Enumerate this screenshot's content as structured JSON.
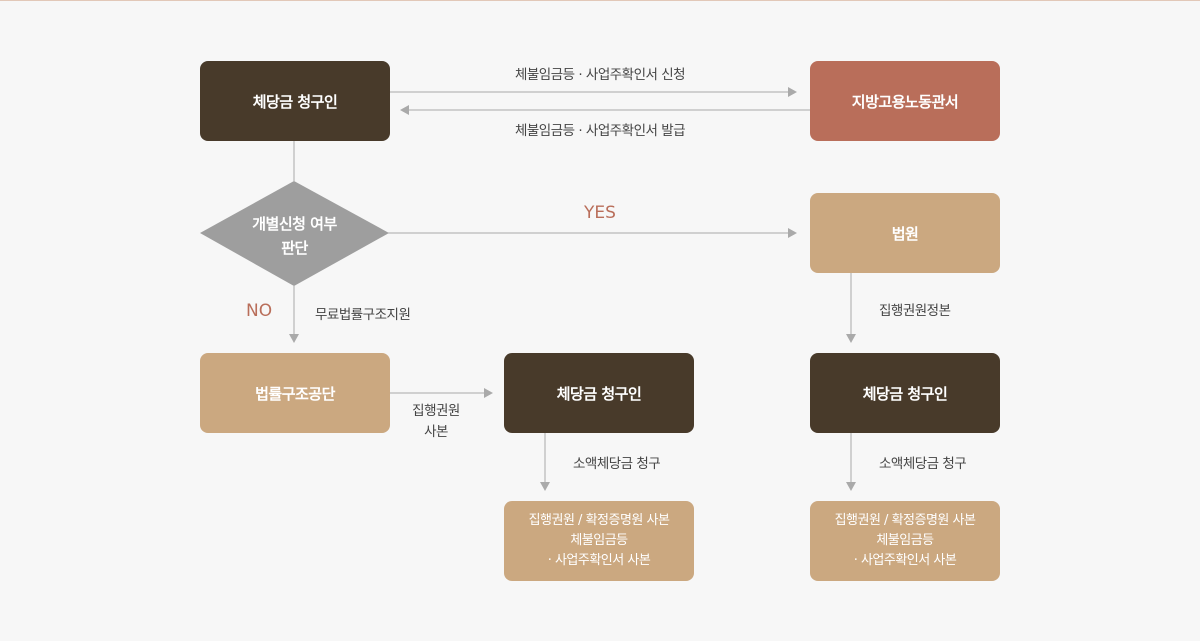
{
  "nodes": {
    "claimant_top": "체당금 청구인",
    "labor_office": "지방고용노동관서",
    "decision_line1": "개별신청 여부",
    "decision_line2": "판단",
    "court": "법원",
    "legal_aid": "법률구조공단",
    "claimant_mid": "체당금 청구인",
    "claimant_right": "체당금 청구인",
    "docs_mid_line1": "집행권원 / 확정증명원 사본",
    "docs_mid_line2": "체불임금등",
    "docs_mid_line3": "· 사업주확인서 사본",
    "docs_right_line1": "집행권원 / 확정증명원 사본",
    "docs_right_line2": "체불임금등",
    "docs_right_line3": "· 사업주확인서 사본"
  },
  "edges": {
    "request": "체불임금등 · 사업주확인서 신청",
    "issue": "체불임금등 · 사업주확인서 발급",
    "yes": "YES",
    "no": "NO",
    "free_legal_aid": "무료법률구조지원",
    "enforcement_copy_line1": "집행권원",
    "enforcement_copy_line2": "사본",
    "enforcement_title_original": "집행권원정본",
    "small_claim_mid": "소액체당금 청구",
    "small_claim_right": "소액체당금 청구"
  },
  "colors": {
    "dark": "#483a2a",
    "terracotta": "#b96e5a",
    "tan": "#cba880",
    "decision": "#9e9e9e",
    "line": "#aaaaaa"
  }
}
